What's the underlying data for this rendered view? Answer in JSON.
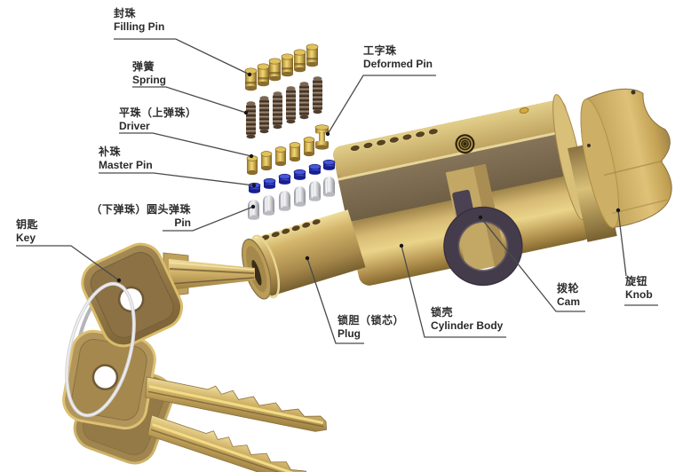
{
  "labels": {
    "filling_pin": {
      "zh": "封珠",
      "en": "Filling Pin"
    },
    "spring": {
      "zh": "弹簧",
      "en": "Spring"
    },
    "driver": {
      "zh": "平珠（上弹珠）",
      "en": "Driver"
    },
    "master_pin": {
      "zh": "补珠",
      "en": "Master Pin"
    },
    "pin": {
      "zh": "（下弹珠）圆头弹珠",
      "en": "Pin"
    },
    "key": {
      "zh": "钥匙",
      "en": "Key"
    },
    "deformed_pin": {
      "zh": "工字珠",
      "en": "Deformed Pin"
    },
    "plug": {
      "zh": "锁胆（锁芯）",
      "en": "Plug"
    },
    "cylinder_body": {
      "zh": "锁壳",
      "en": "Cylinder Body"
    },
    "cam": {
      "zh": "拨轮",
      "en": "Cam"
    },
    "knob": {
      "zh": "旋钮",
      "en": "Knob"
    }
  },
  "parts": {
    "filling_pins_count": 6,
    "springs_count": 6,
    "driver_pins_count": 5,
    "deformed_pins_count": 1,
    "master_pins_count": 6,
    "bottom_pins_count": 6,
    "keys_count": 3
  },
  "colors": {
    "background": "#ffffff",
    "brass_light": "#ead489",
    "brass": "#c2a55e",
    "brass_dark": "#8a7040",
    "body_shadow_face": "#7d6b4f",
    "cam_dark": "#453c4b",
    "master_pin_blue": "#2a36c2",
    "pin_silver": "#d9dadf",
    "spring_bronze": "#6b5848",
    "key_head": "#8c7144",
    "keyring_silver": "#c9c9ce",
    "label_text": "#2b2b2b",
    "leader_line": "#4a4a4a"
  }
}
